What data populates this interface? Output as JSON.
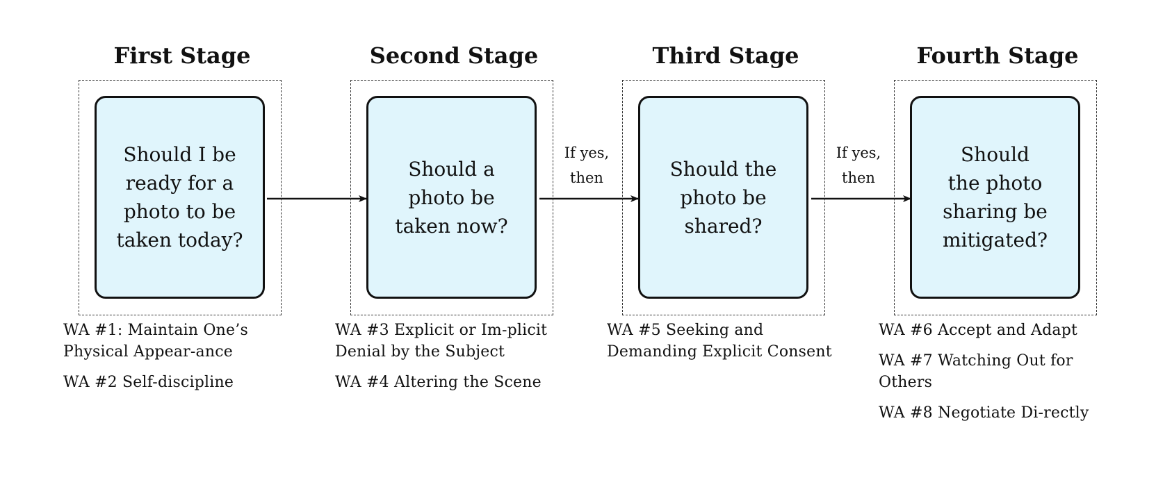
{
  "stages": [
    {
      "title": "First Stage",
      "question": "Should I be\nready for a\nphoto to be\ntaken today?",
      "actions": [
        "WA #1:  Maintain One’s Physical Appear-ance",
        "WA #2 Self-discipline"
      ]
    },
    {
      "title": "Second Stage",
      "question": "Should a\nphoto be\ntaken now?",
      "actions": [
        "WA #3 Explicit or Im-plicit Denial by the Subject",
        "WA #4 Altering the Scene"
      ]
    },
    {
      "title": "Third Stage",
      "question": "Should the\nphoto be\nshared?",
      "actions": [
        "WA #5 Seeking and Demanding Explicit Consent"
      ]
    },
    {
      "title": "Fourth Stage",
      "question": "Should\nthe photo\nsharing be\nmitigated?",
      "actions": [
        "WA #6 Accept and Adapt",
        "WA #7 Watching Out for Others",
        "WA #8 Negotiate Di-rectly"
      ]
    }
  ],
  "connectors": [
    {
      "label": ""
    },
    {
      "label": "If yes,\nthen"
    },
    {
      "label": "If yes,\nthen"
    }
  ]
}
